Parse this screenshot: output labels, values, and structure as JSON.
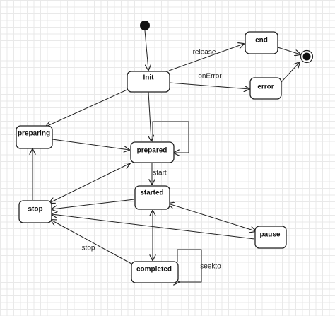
{
  "diagram": {
    "states": {
      "init": "Init",
      "end": "end",
      "error": "error",
      "preparing": "preparing",
      "prepared": "prepared",
      "started": "started",
      "stop": "stop",
      "pause": "pause",
      "completed": "completed"
    },
    "transitions": {
      "release": "release",
      "on_error": "onError",
      "start": "start",
      "stop": "stop",
      "seekto": "seekto"
    },
    "colors": {
      "line": "#222222",
      "node_fill": "#ffffff",
      "grid": "#e9e9e9"
    }
  }
}
